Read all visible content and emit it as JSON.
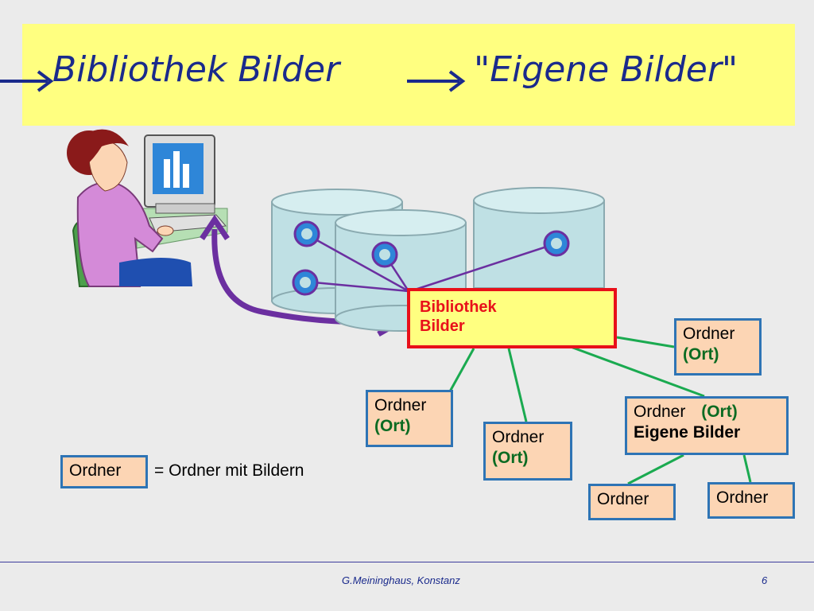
{
  "title": {
    "left": "Bibliothek Bilder",
    "right": "\"Eigene Bilder\""
  },
  "library": {
    "line1": "Bibliothek",
    "line2": "Bilder"
  },
  "folders": [
    {
      "label": "Ordner",
      "sub": "(Ort)"
    },
    {
      "label": "Ordner",
      "sub": "(Ort)"
    },
    {
      "label": "Ordner",
      "sub": "(Ort)"
    },
    {
      "label": "Ordner",
      "sub": "(Ort)",
      "extra": "Eigene Bilder"
    },
    {
      "label": "Ordner"
    },
    {
      "label": "Ordner"
    }
  ],
  "legend": {
    "box_label": "Ordner",
    "text": "= Ordner mit Bildern"
  },
  "footer": {
    "author": "G.Meininghaus, Konstanz",
    "page": "6"
  },
  "colors": {
    "title_bg": "#ffff80",
    "title_text": "#1a2a8c",
    "folder_bg": "#fcd5b4",
    "folder_border": "#2e74b5",
    "library_border": "#e8101a",
    "connector_green": "#1aaa50",
    "connector_purple": "#6b2fa0",
    "db_fill": "#bfe0e4"
  }
}
